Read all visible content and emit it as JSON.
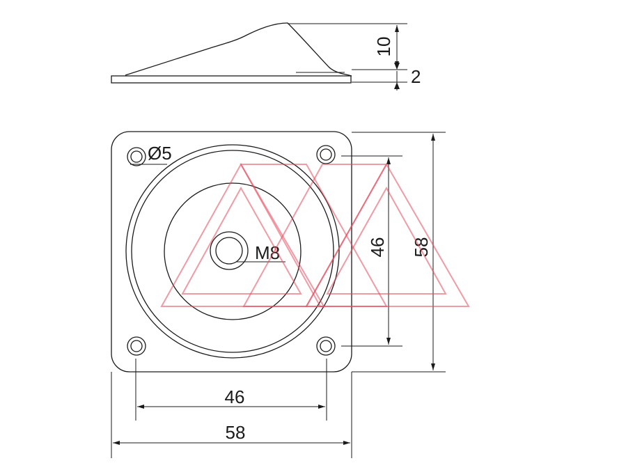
{
  "side_view": {
    "height_label": "10",
    "thickness_label": "2"
  },
  "top_view": {
    "hole_diameter_label": "Ø5",
    "thread_label": "M8",
    "inner_hole_spacing_label": "46",
    "outer_size_label": "58"
  },
  "bottom_dims": {
    "inner_hole_spacing_label": "46",
    "outer_size_label": "58"
  },
  "watermark": {
    "color": "#e8475a",
    "shape": "double-triangle-logo"
  }
}
